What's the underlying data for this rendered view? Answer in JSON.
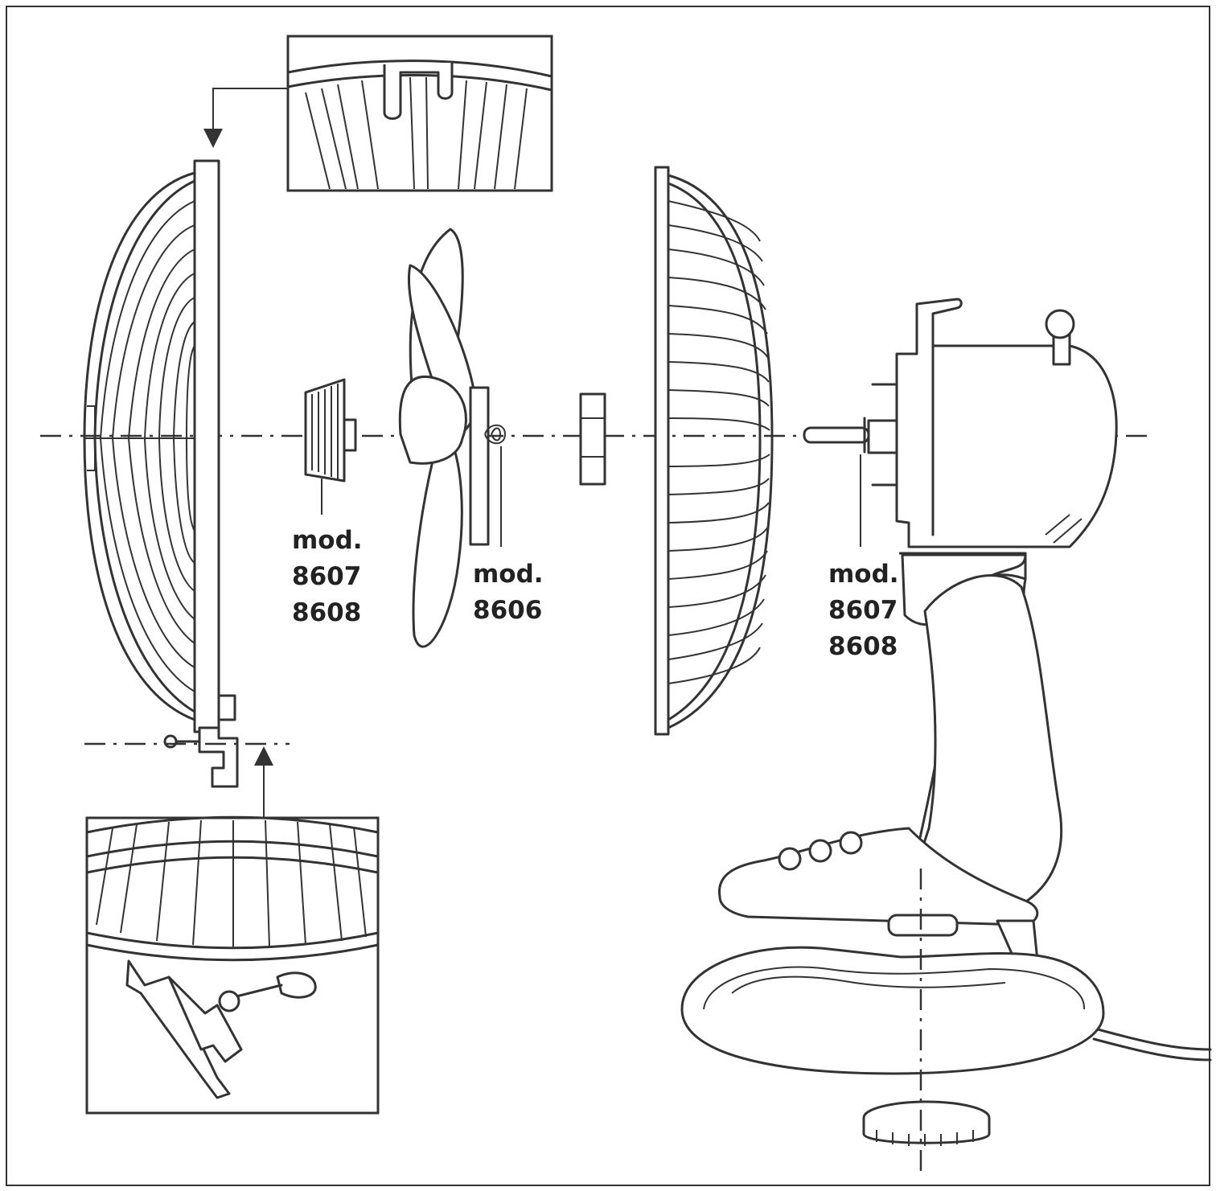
{
  "labels": {
    "spinner_nut": {
      "mod": "mod.",
      "line1": "8607",
      "line2": "8608"
    },
    "blade_spring": {
      "mod": "mod.",
      "line1": "8606"
    },
    "motor_shaft": {
      "mod": "mod.",
      "line1": "8607",
      "line2": "8608"
    }
  },
  "colors": {
    "line": "#333333",
    "background": "#ffffff"
  }
}
